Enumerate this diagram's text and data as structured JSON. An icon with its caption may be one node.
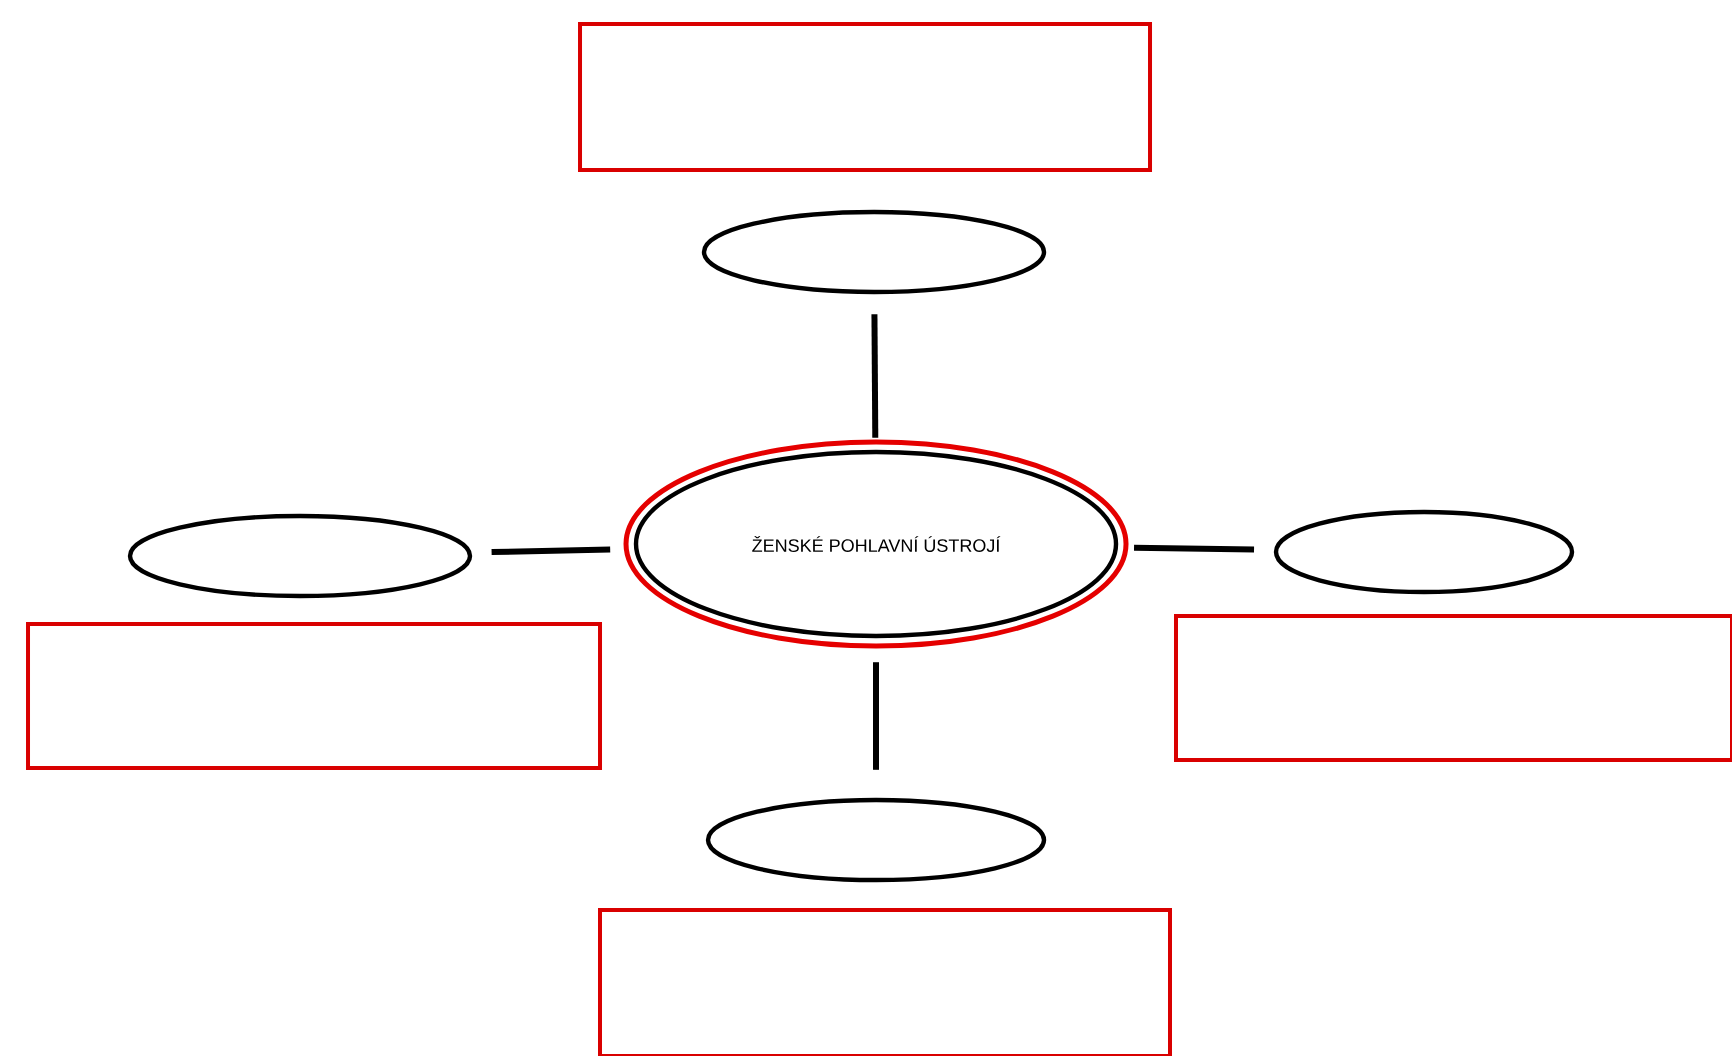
{
  "diagram": {
    "nodes": [
      {
        "text": [],
        "shape": "ellipse"
      },
      {
        "text": [],
        "shape": "ellipse"
      },
      {
        "text": [
          "ŽENSKÉ POHLAVNÍ ÚSTROJÍ"
        ]
      },
      {
        "text": [],
        "shape": "ellipse"
      },
      {
        "text": [],
        "shape": "ellipse"
      }
    ],
    "edges": [
      {
        "from": 2,
        "to": 0,
        "arrow": "none"
      },
      {
        "from": 2,
        "to": 1,
        "arrow": "none"
      },
      {
        "from": 2,
        "to": 3,
        "arrow": "none"
      },
      {
        "from": 2,
        "to": 4,
        "arrow": "none"
      }
    ]
  }
}
